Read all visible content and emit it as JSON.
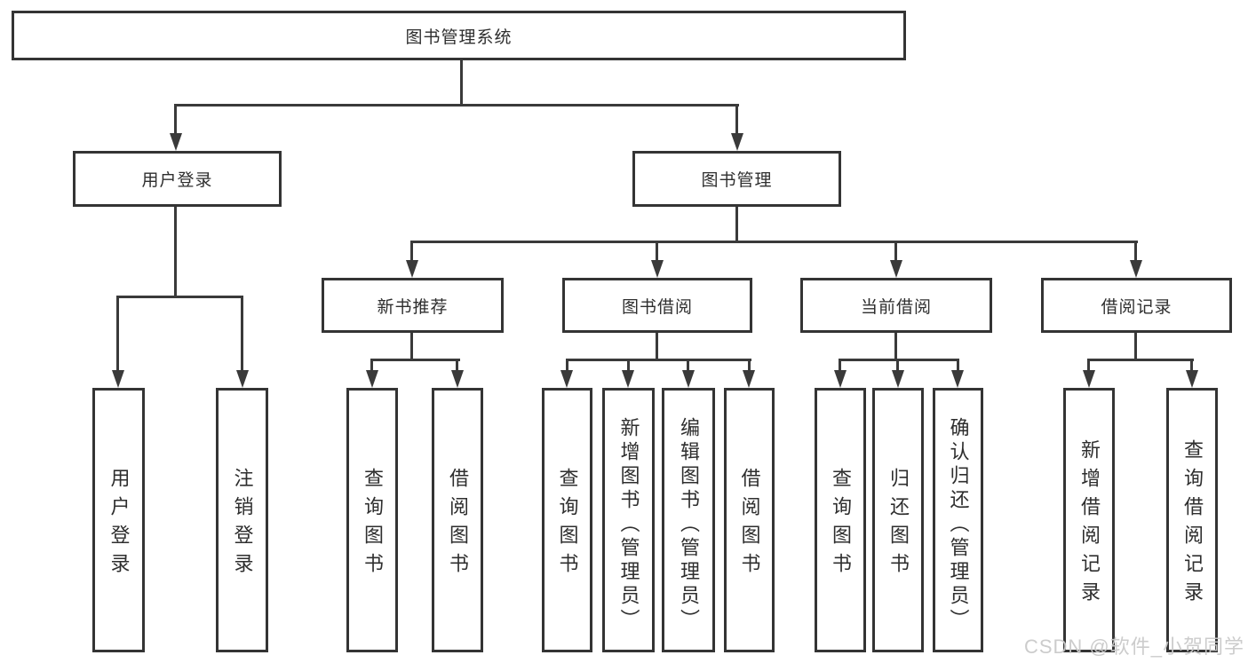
{
  "nodes": {
    "root": "图书管理系统",
    "user_login_group": "用户登录",
    "book_mgmt": "图书管理",
    "new_book_rec": "新书推荐",
    "book_borrow": "图书借阅",
    "current_borrow": "当前借阅",
    "borrow_records": "借阅记录",
    "ul_user_login": "用户登录",
    "ul_logout": "注销登录",
    "nb_query_book": "查询图书",
    "nb_borrow_book": "借阅图书",
    "bb_query_book": "查询图书",
    "bb_add_book": "新增图书（管理员）",
    "bb_edit_book": "编辑图书（管理员）",
    "bb_borrow_book": "借阅图书",
    "cb_query_book": "查询图书",
    "cb_return_book": "归还图书",
    "cb_confirm_return": "确认归还（管理员）",
    "br_add_record": "新增借阅记录",
    "br_query_record": "查询借阅记录"
  },
  "hierarchy": {
    "图书管理系统": {
      "用户登录": [
        "用户登录",
        "注销登录"
      ],
      "图书管理": {
        "新书推荐": [
          "查询图书",
          "借阅图书"
        ],
        "图书借阅": [
          "查询图书",
          "新增图书（管理员）",
          "编辑图书（管理员）",
          "借阅图书"
        ],
        "当前借阅": [
          "查询图书",
          "归还图书",
          "确认归还（管理员）"
        ],
        "借阅记录": [
          "新增借阅记录",
          "查询借阅记录"
        ]
      }
    }
  },
  "colors": {
    "line": "#3a3a3a",
    "border": "#343434",
    "text": "#2e2e2e",
    "watermark": "#c9c9c9",
    "background": "#ffffff"
  },
  "watermark": "CSDN @软件_小贺同学"
}
